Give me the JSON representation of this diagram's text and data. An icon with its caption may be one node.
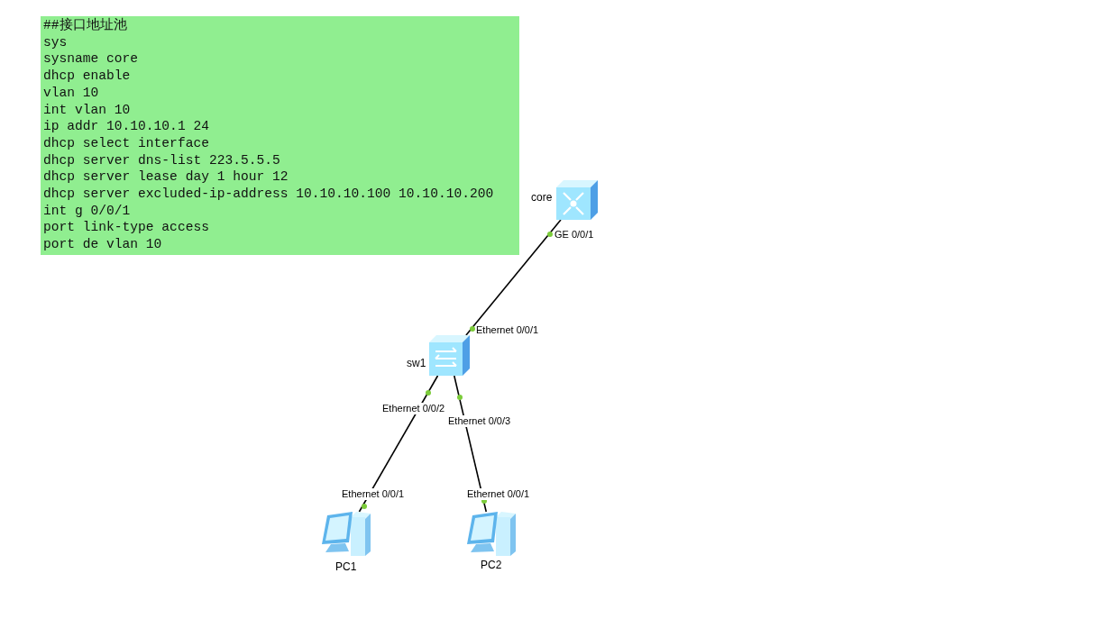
{
  "diagram": {
    "nodes": [
      {
        "text": [
          "##接口地址池",
          "sys",
          "sysname core",
          "dhcp enable",
          "vlan 10",
          "int vlan 10",
          "ip addr 10.10.10.1 24",
          "dhcp select interface",
          "dhcp server dns-list 223.5.5.5",
          "dhcp server lease day 1 hour 12",
          "dhcp server excluded-ip-address 10.10.10.100 10.10.10.200",
          "int g 0/0/1",
          "port link-type access",
          "port de vlan 10"
        ]
      },
      {
        "text": [
          "core"
        ]
      },
      {
        "text": [
          "sw1"
        ]
      },
      {
        "text": [
          "PC1"
        ]
      },
      {
        "text": [
          "PC2"
        ]
      }
    ],
    "edges": [
      {
        "from": 1,
        "to": 2,
        "arrow": "none"
      },
      {
        "from": 2,
        "to": 3,
        "arrow": "none"
      },
      {
        "from": 2,
        "to": 4,
        "arrow": "none"
      }
    ],
    "labels": [
      "GE 0/0/1",
      "Ethernet 0/0/1",
      "Ethernet 0/0/2",
      "Ethernet 0/0/3",
      "Ethernet 0/0/1",
      "Ethernet 0/0/1"
    ]
  }
}
